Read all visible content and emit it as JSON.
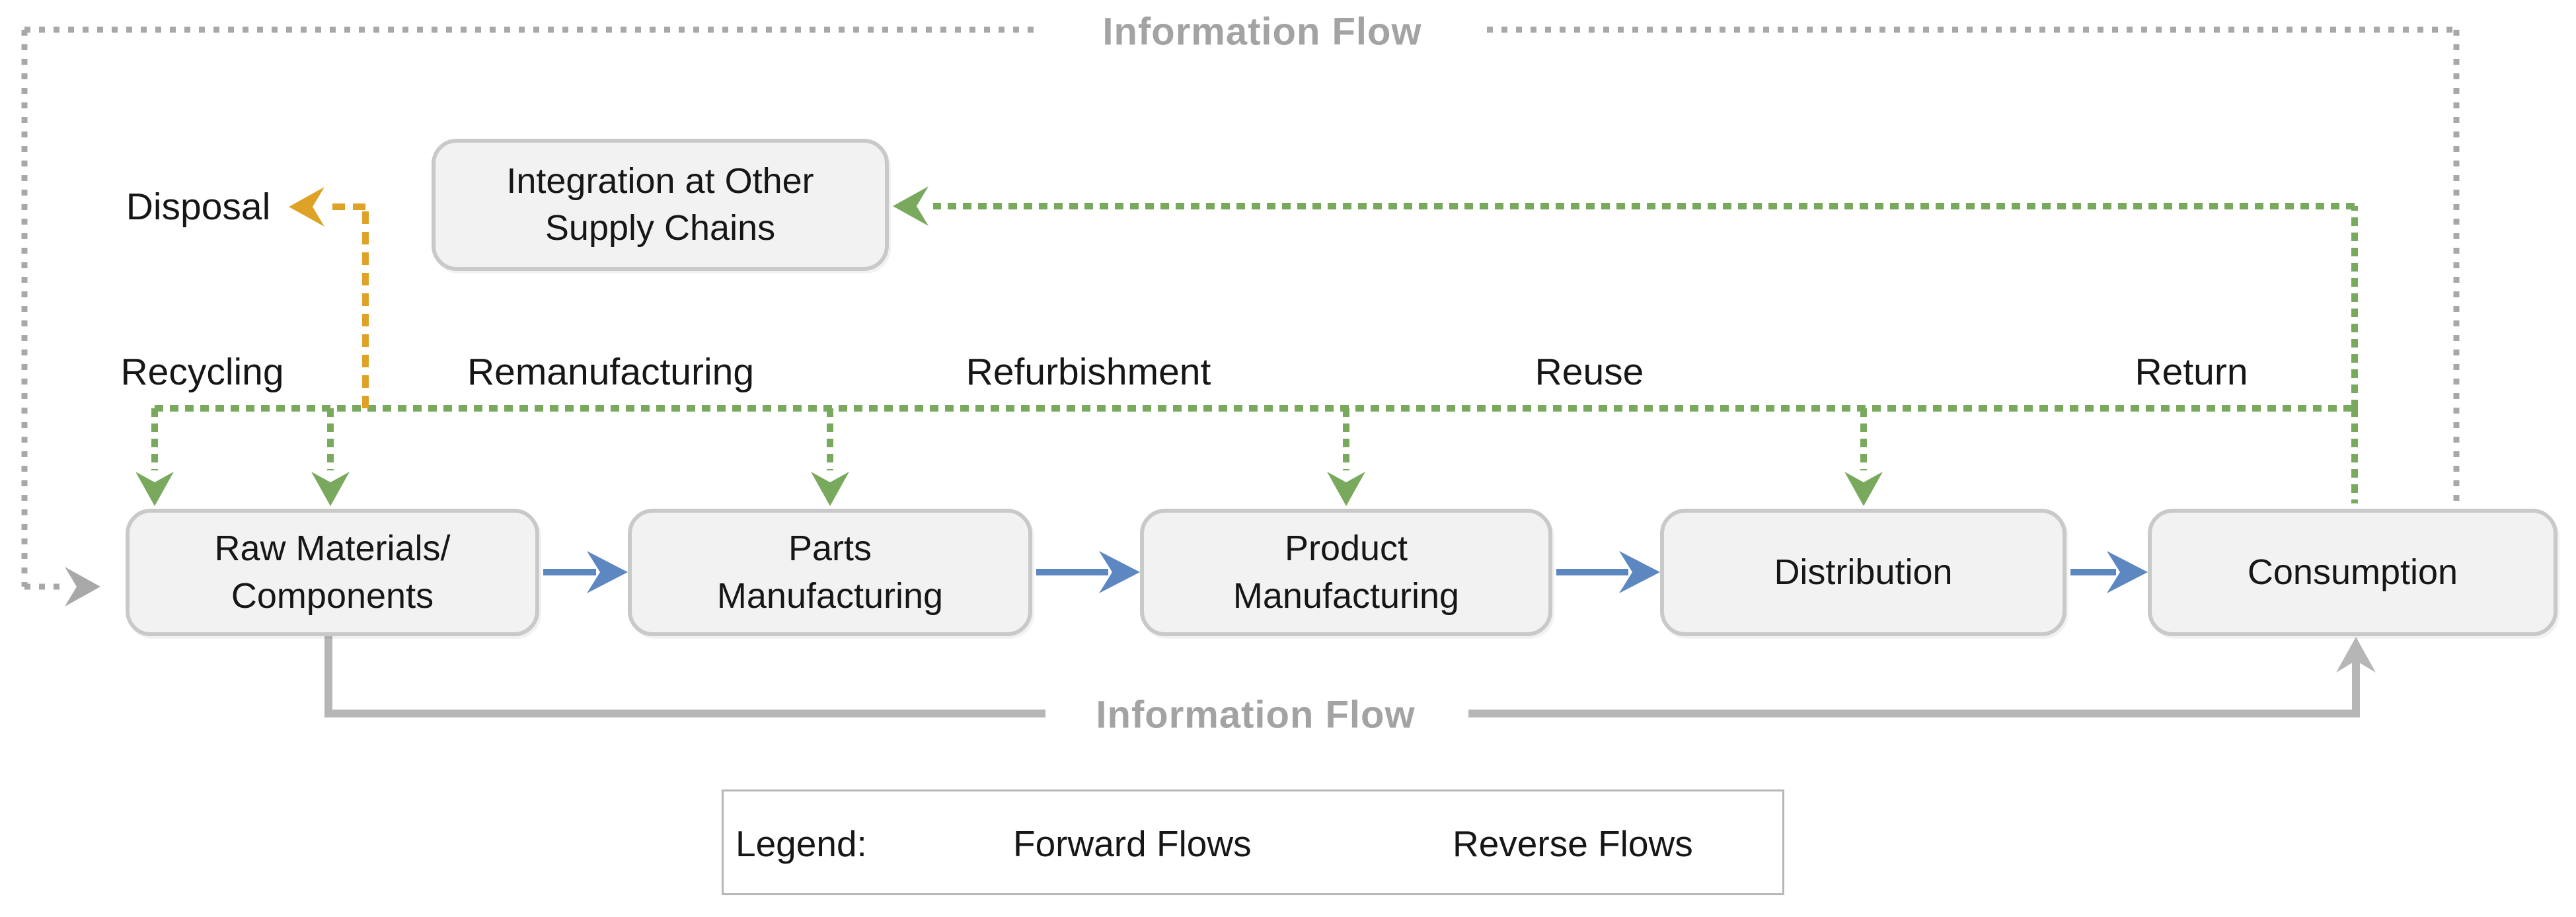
{
  "diagram": {
    "nodes": {
      "raw_materials": {
        "label": "Raw Materials/\nComponents"
      },
      "parts_manufacturing": {
        "label": "Parts\nManufacturing"
      },
      "product_manufacturing": {
        "label": "Product\nManufacturing"
      },
      "distribution": {
        "label": "Distribution"
      },
      "consumption": {
        "label": "Consumption"
      },
      "integration": {
        "label": "Integration at Other\nSupply Chains"
      }
    },
    "flow_labels": {
      "disposal": "Disposal",
      "recycling": "Recycling",
      "remanufacturing": "Remanufacturing",
      "refurbishment": "Refurbishment",
      "reuse": "Reuse",
      "return": "Return"
    },
    "info_flow_top": "Information Flow",
    "info_flow_bottom": "Information Flow"
  },
  "legend": {
    "title": "Legend:",
    "forward_label": "Forward Flows",
    "reverse_label": "Reverse Flows"
  },
  "colors": {
    "green": "#79a95c",
    "orange": "#dda226",
    "blue": "#5c87c0",
    "gray_dot": "#a8a8a8",
    "gray_solid": "#b6b6b6",
    "node_fill": "#f2f2f2",
    "node_border": "#c9c9c9",
    "info_text": "#a3a3a3"
  }
}
